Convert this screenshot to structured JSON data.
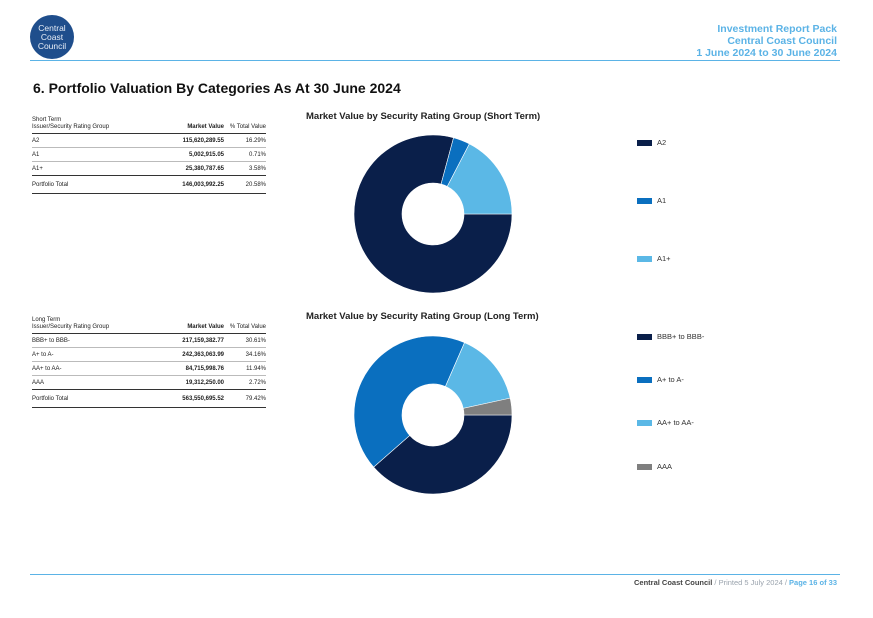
{
  "header": {
    "logo_lines": [
      "Central",
      "Coast",
      "Council"
    ],
    "report_title": "Investment Report Pack",
    "org": "Central Coast Council",
    "period": "1 June 2024 to 30 June 2024"
  },
  "page_title": "6. Portfolio Valuation By Categories As At 30 June 2024",
  "short_term_table": {
    "group_label": "Short Term",
    "col_group": "Issuer/Security Rating Group",
    "col_value": "Market Value",
    "col_pct": "% Total Value",
    "rows": [
      {
        "group": "A2",
        "value": "115,620,289.55",
        "pct": "16.29%"
      },
      {
        "group": "A1",
        "value": "5,002,915.05",
        "pct": "0.71%"
      },
      {
        "group": "A1+",
        "value": "25,380,787.65",
        "pct": "3.58%"
      }
    ],
    "total": {
      "label": "Portfolio Total",
      "value": "146,003,992.25",
      "pct": "20.58%"
    }
  },
  "long_term_table": {
    "group_label": "Long Term",
    "col_group": "Issuer/Security Rating Group",
    "col_value": "Market Value",
    "col_pct": "% Total Value",
    "rows": [
      {
        "group": "BBB+ to BBB-",
        "value": "217,159,382.77",
        "pct": "30.61%"
      },
      {
        "group": "A+ to A-",
        "value": "242,363,063.99",
        "pct": "34.16%"
      },
      {
        "group": "AA+ to AA-",
        "value": "84,715,998.76",
        "pct": "11.94%"
      },
      {
        "group": "AAA",
        "value": "19,312,250.00",
        "pct": "2.72%"
      }
    ],
    "total": {
      "label": "Portfolio Total",
      "value": "563,550,695.52",
      "pct": "79.42%"
    }
  },
  "chart_data": [
    {
      "type": "pie",
      "title": "Market Value by Security Rating Group (Short Term)",
      "categories": [
        "A2",
        "A1",
        "A1+"
      ],
      "values": [
        115620289.55,
        5002915.05,
        25380787.65
      ],
      "colors": [
        "#0a1f4a",
        "#0a6fbf",
        "#5bb8e6"
      ],
      "legend_placement": "right"
    },
    {
      "type": "pie",
      "title": "Market Value by Security Rating Group (Long Term)",
      "categories": [
        "BBB+ to BBB-",
        "A+ to A-",
        "AA+ to AA-",
        "AAA"
      ],
      "values": [
        217159382.77,
        242363063.99,
        84715998.76,
        19312250.0
      ],
      "colors": [
        "#0a1f4a",
        "#0a6fbf",
        "#5bb8e6",
        "#7f7f7f"
      ],
      "legend_placement": "right"
    }
  ],
  "footer": {
    "org": "Central Coast Council",
    "printed": " / Printed 5 July 2024 / ",
    "page": "Page 16 of 33"
  }
}
